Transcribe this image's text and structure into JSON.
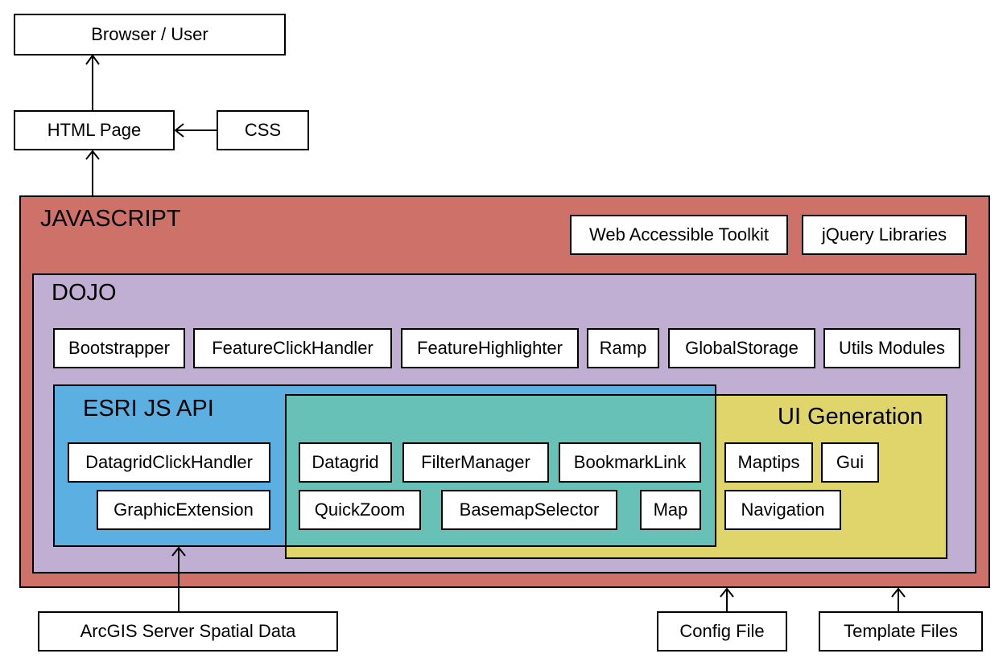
{
  "colors": {
    "javascript": "#cd7169",
    "dojo": "#c0afd2",
    "esri": "#5bb0e1",
    "ui": "#e0d56b",
    "overlap": "#68c1b6"
  },
  "top": {
    "browser": "Browser / User",
    "html_page": "HTML Page",
    "css": "CSS"
  },
  "javascript": {
    "label": "JAVASCRIPT",
    "web_accessible_toolkit": "Web Accessible Toolkit",
    "jquery_libraries": "jQuery Libraries"
  },
  "dojo": {
    "label": "DOJO",
    "modules": [
      "Bootstrapper",
      "FeatureClickHandler",
      "FeatureHighlighter",
      "Ramp",
      "GlobalStorage",
      "Utils Modules"
    ]
  },
  "esri": {
    "label": "ESRI JS API",
    "datagrid_click_handler": "DatagridClickHandler",
    "graphic_extension": "GraphicExtension"
  },
  "shared": {
    "datagrid": "Datagrid",
    "filter_manager": "FilterManager",
    "bookmark_link": "BookmarkLink",
    "quick_zoom": "QuickZoom",
    "basemap_selector": "BasemapSelector",
    "map": "Map"
  },
  "ui": {
    "label": "UI Generation",
    "maptips": "Maptips",
    "gui": "Gui",
    "navigation": "Navigation"
  },
  "bottom": {
    "arcgis": "ArcGIS Server Spatial Data",
    "config_file": "Config File",
    "template_files": "Template Files"
  }
}
